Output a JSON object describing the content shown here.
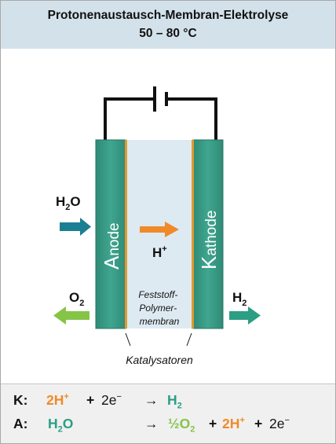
{
  "header": {
    "title": "Protonenaustausch-Membran-Elektrolyse",
    "temperature": "50 – 80 °C"
  },
  "diagram": {
    "anode_label_big": "A",
    "anode_label_rest": "node",
    "cathode_label_big": "K",
    "cathode_label_rest": "athode",
    "proton": "H",
    "proton_sup": "+",
    "inlet_water": "H",
    "inlet_water_sub": "2",
    "inlet_water_rest": "O",
    "outlet_oxygen": "O",
    "outlet_oxygen_sub": "2",
    "outlet_hydrogen": "H",
    "outlet_hydrogen_sub": "2",
    "membrane_line1": "Feststoff-",
    "membrane_line2": "Polymer-",
    "membrane_line3": "membran",
    "catalysts": "Katalysatoren"
  },
  "equations": {
    "cathode": {
      "label": "K:",
      "reactant1": "2H",
      "reactant1_sup": "+",
      "plus": "+",
      "reactant2": "2e",
      "reactant2_sup": "−",
      "arrow": "→",
      "product": "H",
      "product_sub": "2"
    },
    "anode": {
      "label": "A:",
      "reactant": "H",
      "reactant_sub": "2",
      "reactant_rest": "O",
      "arrow": "→",
      "product1": "½O",
      "product1_sub": "2",
      "plus1": "+",
      "product2": "2H",
      "product2_sup": "+",
      "plus2": "+",
      "product3": "2e",
      "product3_sup": "−"
    }
  },
  "colors": {
    "electrode": "#3a9e88",
    "electrode_dark": "#2d7f6d",
    "membrane": "#deeaf2",
    "catalyst": "#e29a2e",
    "orange": "#f08a28",
    "teal_arrow": "#1a7f92",
    "light_green": "#86c448",
    "green_arrow": "#2b9e84",
    "header_bg": "#d3e1ea"
  }
}
